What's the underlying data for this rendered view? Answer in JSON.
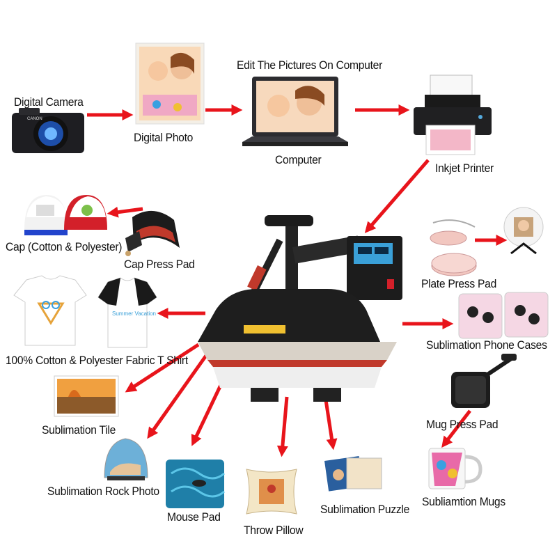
{
  "labels": {
    "digital_camera": "Digital Camera",
    "digital_photo": "Digital Photo",
    "edit_pictures": "Edit The Pictures On Computer",
    "computer": "Computer",
    "inkjet_printer": "Inkjet Printer",
    "cap": "Cap (Cotton & Polyester)",
    "cap_press_pad": "Cap Press Pad",
    "plate_press_pad": "Plate Press Pad",
    "tshirt": "100% Cotton & Polyester Fabric T Shirt",
    "phone_cases": "Sublimation Phone Cases",
    "tile": "Sublimation Tile",
    "mug_press_pad": "Mug Press Pad",
    "rock_photo": "Sublimation Rock Photo",
    "mouse_pad": "Mouse Pad",
    "throw_pillow": "Throw Pillow",
    "puzzle": "Sublimation Puzzle",
    "mugs": "Subliamtion Mugs"
  },
  "decor": {
    "camera_brand": "CANON",
    "tshirt_print": "Summer Vacation"
  },
  "colors": {
    "arrow": "#e8141b",
    "machine_body": "#1c1c1c",
    "heat_plate": "#d9d2c8",
    "control_panel": "#3aa0d8"
  }
}
